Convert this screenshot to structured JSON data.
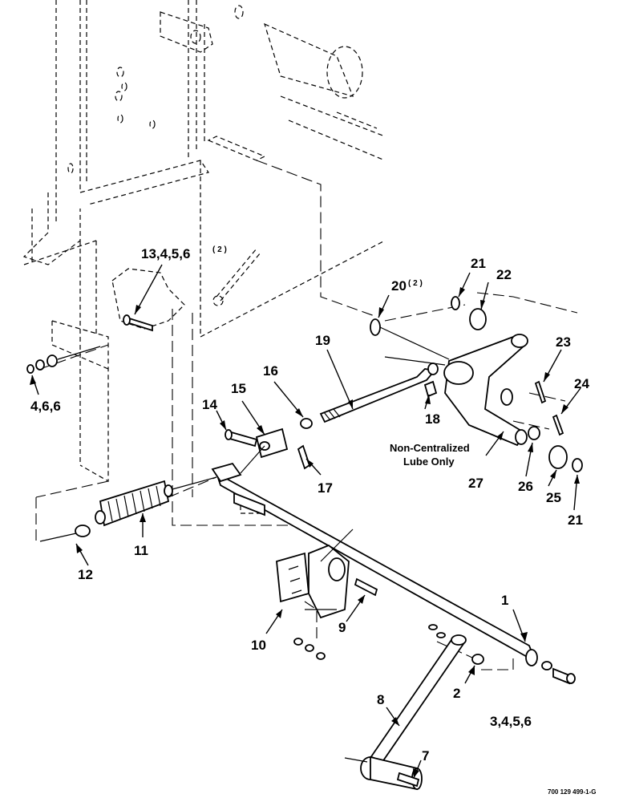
{
  "callouts": {
    "c1": "1",
    "c2": "2",
    "c3": "3,4,5,6",
    "c4": "4,6,6",
    "c7": "7",
    "c8": "8",
    "c9": "9",
    "c10": "10",
    "c11": "11",
    "c12": "12",
    "c13": "13,4,5,6",
    "c13_qty": "( 2 )",
    "c14": "14",
    "c15": "15",
    "c16": "16",
    "c17": "17",
    "c18": "18",
    "c19": "19",
    "c20": "20",
    "c20_qty": "( 2 )",
    "c21a": "21",
    "c21b": "21",
    "c22": "22",
    "c23": "23",
    "c24": "24",
    "c25": "25",
    "c26": "26",
    "c27": "27"
  },
  "note_18": [
    "Non-Centralized",
    "Lube Only"
  ],
  "drawing_ref": "700 129 499-1-G"
}
